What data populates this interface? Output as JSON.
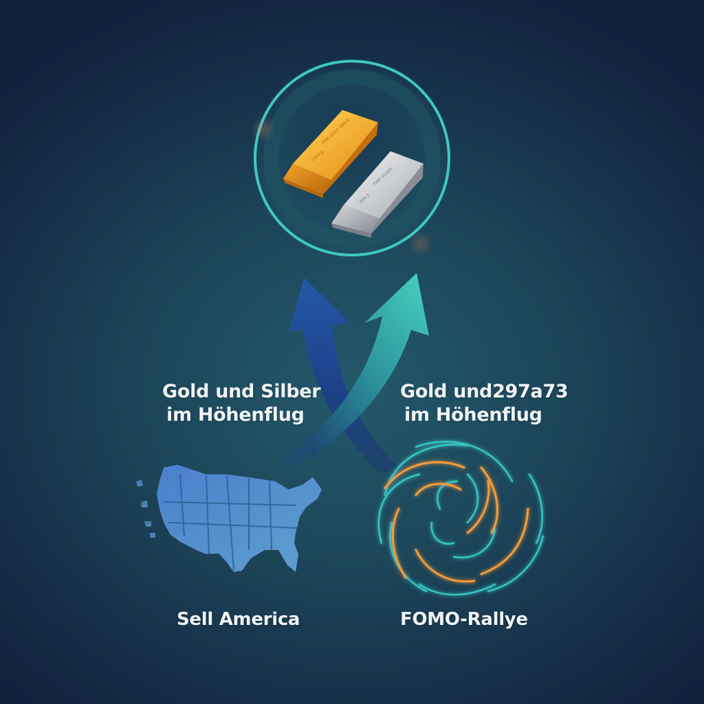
{
  "diagram": {
    "top": {
      "icon": "gold-silver-bars-icon",
      "ring_color": "#3fc9bf"
    },
    "arrows": [
      {
        "name": "blue-arrow",
        "color": "#1f4f9e"
      },
      {
        "name": "teal-arrow",
        "color": "#3cc7b6"
      }
    ],
    "labels": {
      "left_line1": "Gold und Silber",
      "left_line2": "im Höhenflug",
      "right_line1": "Gold und297a73",
      "right_line2": "im Höhenflug",
      "bottom_left": "Sell America",
      "bottom_right": "FOMO-Rallye"
    },
    "icons": {
      "bottom_left": "usa-map-icon",
      "bottom_right": "swirl-vortex-icon"
    },
    "colors": {
      "gold": "#f2a623",
      "silver": "#c9ccd2",
      "map": "#4f88c6",
      "swirl_teal": "#36c6c4",
      "swirl_orange": "#f49b3a"
    }
  }
}
